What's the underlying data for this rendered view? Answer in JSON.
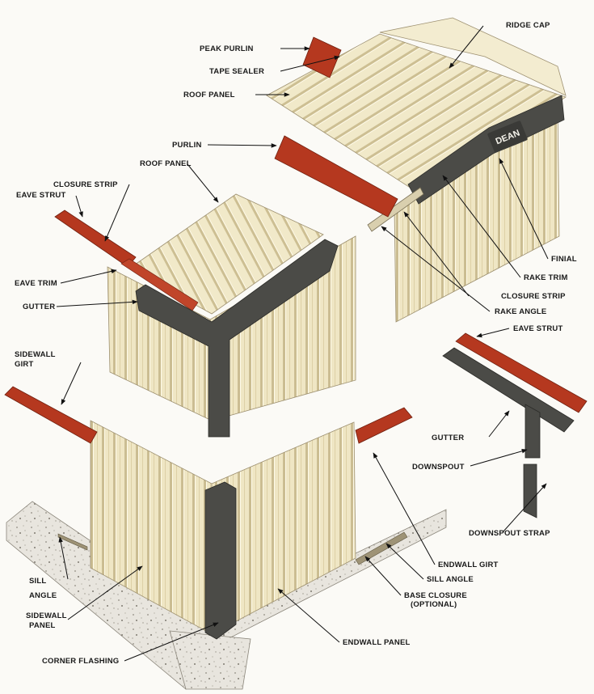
{
  "labels": {
    "peak_purlin": "PEAK PURLIN",
    "tape_sealer": "TAPE SEALER",
    "roof_panel_top": "ROOF PANEL",
    "ridge_cap": "RIDGE CAP",
    "purlin": "PURLIN",
    "roof_panel_mid": "ROOF PANEL",
    "closure_strip_left": "CLOSURE STRIP",
    "eave_strut_left": "EAVE STRUT",
    "eave_trim": "EAVE TRIM",
    "gutter_left": "GUTTER",
    "finial": "FINIAL",
    "rake_trim": "RAKE TRIM",
    "closure_strip_right": "CLOSURE STRIP",
    "rake_angle": "RAKE ANGLE",
    "eave_strut_right": "EAVE STRUT",
    "sidewall_girt_1": "SIDEWALL",
    "sidewall_girt_2": "GIRT",
    "gutter_right": "GUTTER",
    "downspout": "DOWNSPOUT",
    "downspout_strap": "DOWNSPOUT STRAP",
    "endwall_girt": "ENDWALL GIRT",
    "sill_angle_right": "SILL ANGLE",
    "base_closure_1": "BASE CLOSURE",
    "base_closure_2": "(OPTIONAL)",
    "sill_angle_left_1": "SILL",
    "sill_angle_left_2": "ANGLE",
    "sidewall_panel_1": "SIDEWALL",
    "sidewall_panel_2": "PANEL",
    "endwall_panel": "ENDWALL PANEL",
    "corner_flashing": "CORNER FLASHING"
  },
  "brand_logo": "DEAN",
  "colors": {
    "panel": "#efe6c4",
    "panel_rib": "#c8ba8e",
    "steel_red": "#b5381f",
    "trim_dark": "#4a4a46",
    "concrete": "#e6e3dc"
  }
}
